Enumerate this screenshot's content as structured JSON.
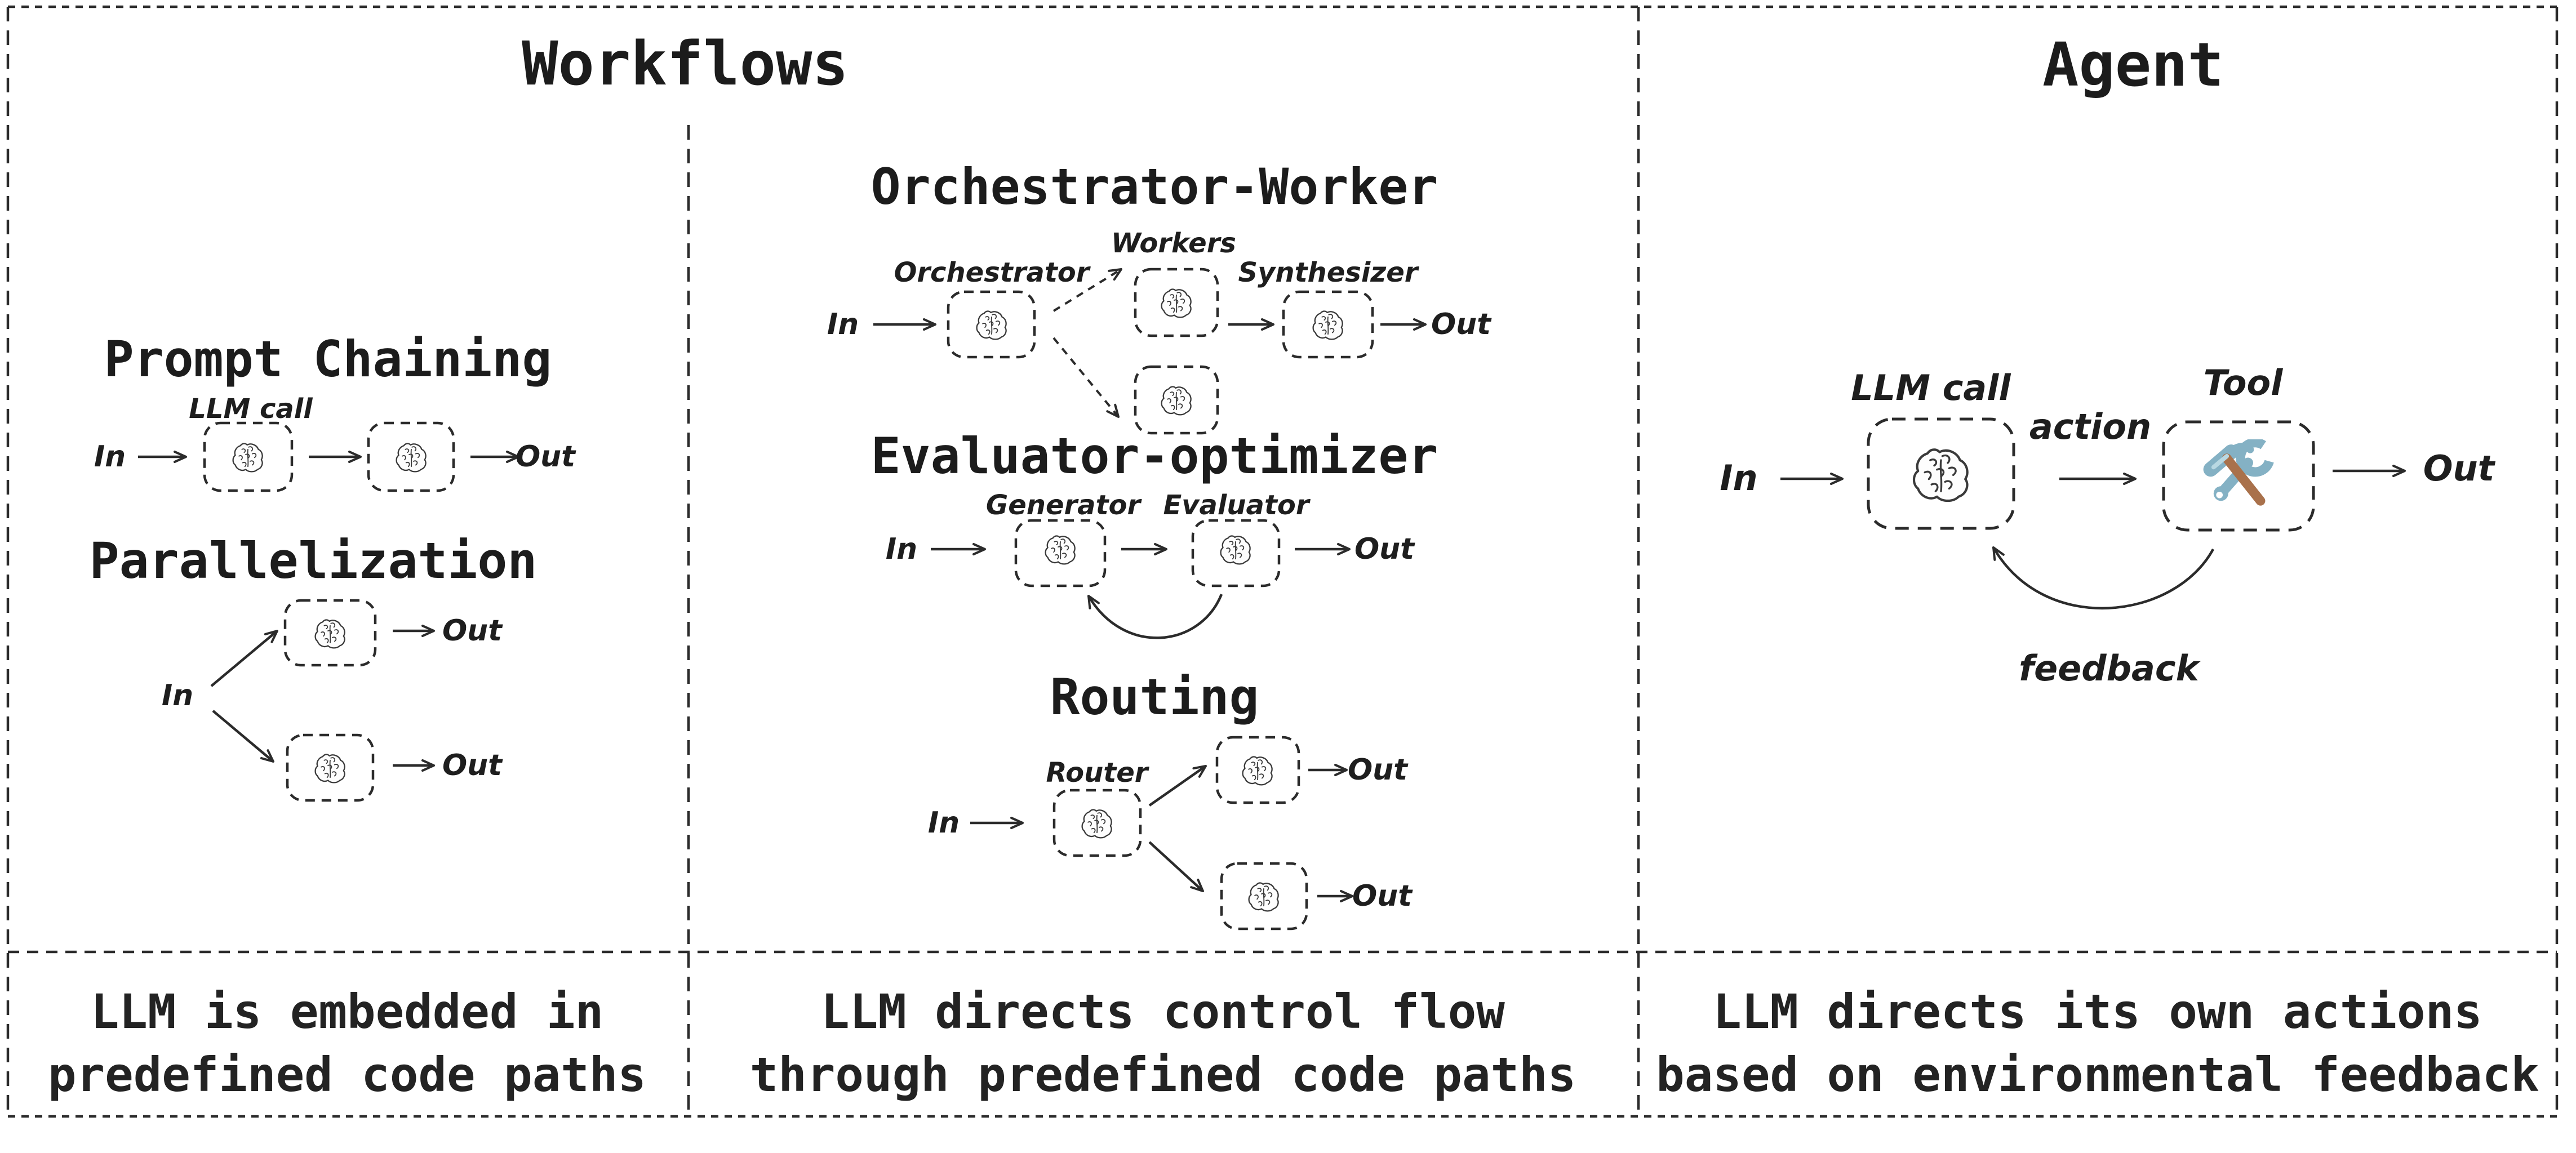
{
  "workflows": {
    "title": "Workflows",
    "prompt_chaining": {
      "title": "Prompt Chaining",
      "llm_call_label": "LLM call",
      "in_label": "In",
      "out_label": "Out"
    },
    "parallelization": {
      "title": "Parallelization",
      "in_label": "In",
      "out_top_label": "Out",
      "out_bottom_label": "Out"
    },
    "orchestrator_worker": {
      "title": "Orchestrator-Worker",
      "workers_label": "Workers",
      "orchestrator_label": "Orchestrator",
      "synthesizer_label": "Synthesizer",
      "in_label": "In",
      "out_label": "Out"
    },
    "evaluator_optimizer": {
      "title": "Evaluator-optimizer",
      "generator_label": "Generator",
      "evaluator_label": "Evaluator",
      "in_label": "In",
      "out_label": "Out"
    },
    "routing": {
      "title": "Routing",
      "router_label": "Router",
      "in_label": "In",
      "out_top_label": "Out",
      "out_bottom_label": "Out"
    },
    "caption_embedded": {
      "line1": "LLM is embedded in",
      "line2": "predefined code paths"
    },
    "caption_control_flow": {
      "line1": "LLM directs control flow",
      "line2": "through predefined code paths"
    }
  },
  "agent": {
    "title": "Agent",
    "llm_call_label": "LLM call",
    "tool_label": "Tool",
    "action_label": "action",
    "feedback_label": "feedback",
    "in_label": "In",
    "out_label": "Out",
    "caption": {
      "line1": "LLM directs its own actions",
      "line2": "based on environmental feedback"
    }
  },
  "icons": {
    "brain": "brain-icon",
    "tool": "hammer-wrench-icon"
  },
  "colors": {
    "ink": "#2b2b2b",
    "background": "#ffffff",
    "tool_steel": "#84b1c4",
    "tool_steel_light": "#b9d8e2",
    "tool_handle": "#a9714b"
  }
}
